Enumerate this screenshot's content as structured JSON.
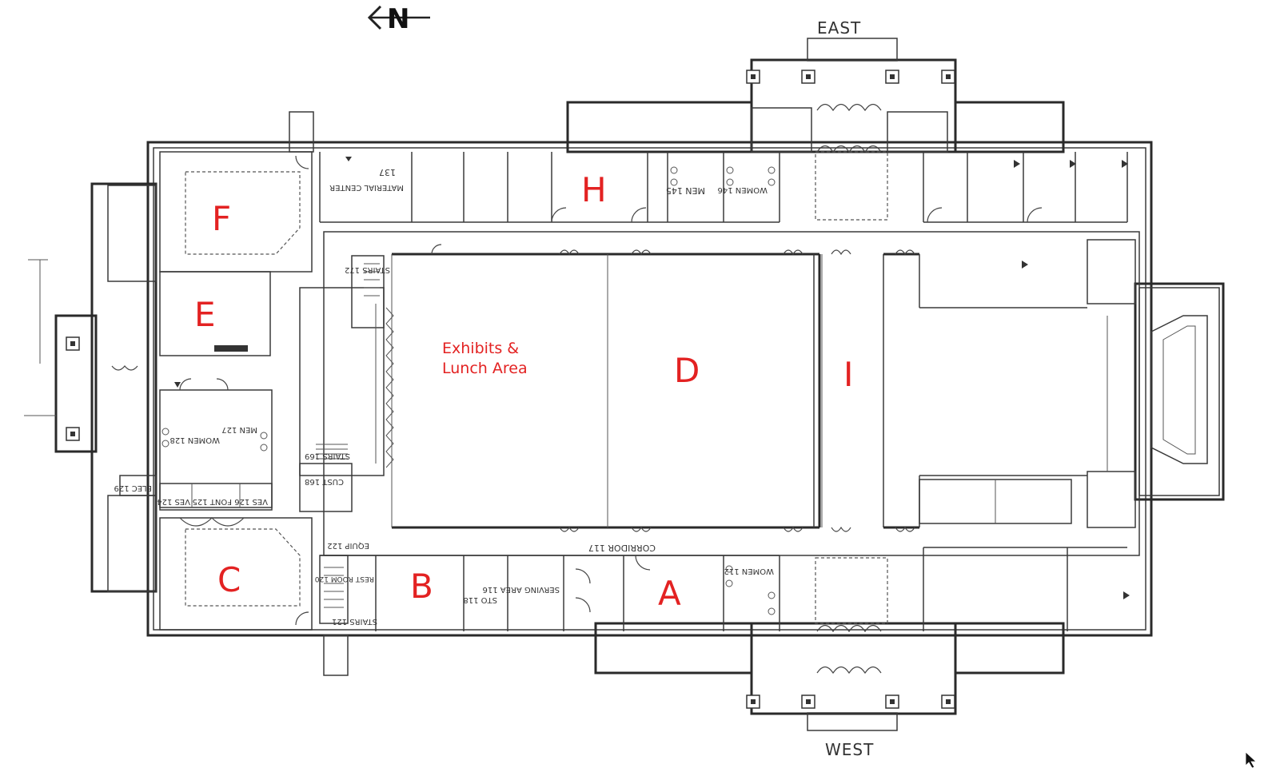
{
  "directions": {
    "north": "N",
    "east": "EAST",
    "west": "WEST"
  },
  "zones": {
    "a": "A",
    "b": "B",
    "c": "C",
    "d": "D",
    "e": "E",
    "f": "F",
    "h": "H",
    "i": "I"
  },
  "exhibits": {
    "line1": "Exhibits &",
    "line2": "Lunch Area"
  },
  "rooms": {
    "material_center": "MATERIAL CENTER",
    "r137": "137",
    "men_145": "MEN 145",
    "women_146": "WOMEN 146",
    "stairs_172": "STAIRS 172",
    "men_127": "MEN 127",
    "women_128": "WOMEN 128",
    "stairs_169": "STAIRS 169",
    "cust_168": "CUST 168",
    "elec_129": "ELEC 129",
    "ves_124": "VES 124",
    "font_125": "FONT 125",
    "ves_126": "VES 126",
    "equip_122": "EQUIP 122",
    "corridor_117": "CORRIDOR 117",
    "women_112": "WOMEN 112",
    "serving_area_116": "SERVING AREA 116",
    "sto_118": "STO 118",
    "rest_room_120": "REST ROOM 120",
    "stairs_121": "STAIRS 121"
  }
}
